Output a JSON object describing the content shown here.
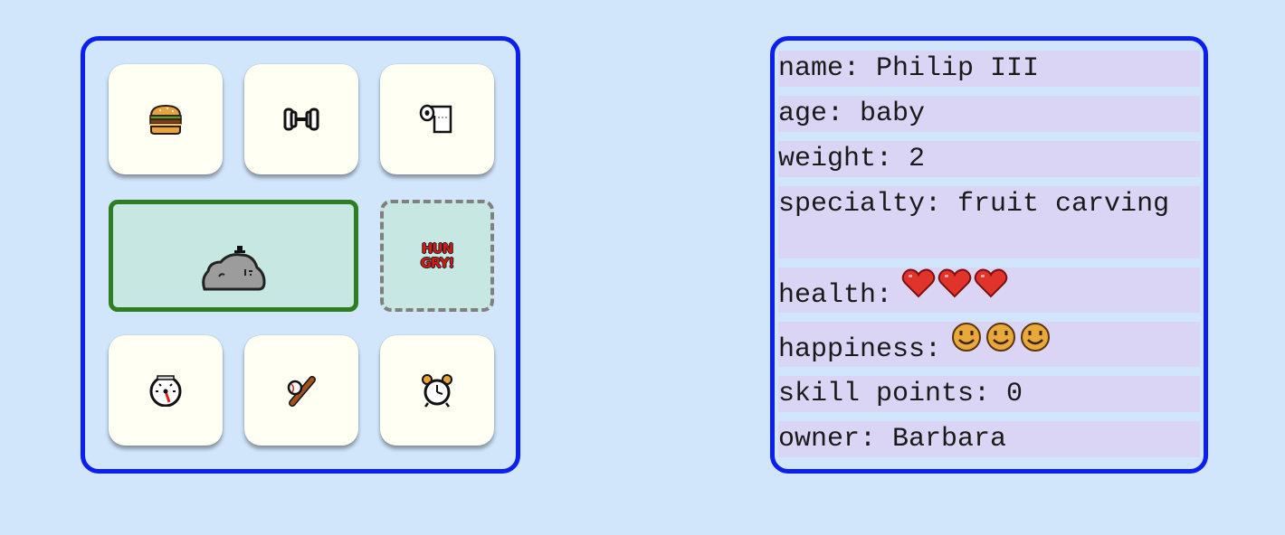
{
  "controls": {
    "buttons_top": [
      {
        "name": "feed",
        "icon": "burger-icon"
      },
      {
        "name": "exercise",
        "icon": "dumbbell-icon"
      },
      {
        "name": "clean",
        "icon": "toilet-paper-icon"
      }
    ],
    "status_text_line1": "HUN",
    "status_text_line2": "GRY!",
    "buttons_bottom": [
      {
        "name": "stats",
        "icon": "gauge-icon"
      },
      {
        "name": "play",
        "icon": "baseball-bat-icon"
      },
      {
        "name": "sleep",
        "icon": "alarm-clock-icon"
      }
    ],
    "pet_icon": "gray-blob-pet-icon"
  },
  "stats": {
    "name_row": "name: Philip III",
    "age_row": "age: baby",
    "weight_row": "weight: 2",
    "specialty_row": "specialty: fruit carving",
    "health_label": "health:",
    "health_value": 3,
    "health_icon": "heart-icon",
    "happiness_label": "happiness:",
    "happiness_value": 3,
    "happiness_icon": "smiley-face-icon",
    "skill_row": "skill points: 0",
    "owner_row": "owner: Barbara"
  },
  "colors": {
    "background": "#d1e6fb",
    "panel_border": "#0a1ff0",
    "tile": "#fffff3",
    "pet_area": "#c7e8e2",
    "pet_area_border": "#2e7d24",
    "stat_row": "#dbd5f5",
    "heart": "#e0342b",
    "smiley": "#e8a83a"
  }
}
